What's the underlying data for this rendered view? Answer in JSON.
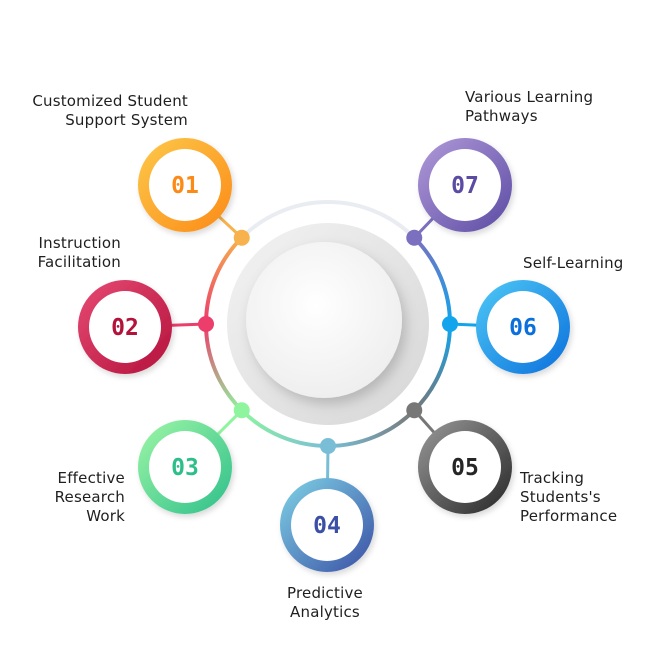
{
  "steps": [
    {
      "number": "01",
      "label_lines": [
        "Customized Student",
        "Support System"
      ],
      "gradient": [
        "#fdc94a",
        "#fb8a17"
      ],
      "node": "#f7b24d"
    },
    {
      "number": "02",
      "label_lines": [
        "Instruction",
        "Facilitation"
      ],
      "gradient": [
        "#e64a73",
        "#b3123b"
      ],
      "node": "#ec3d6b"
    },
    {
      "number": "03",
      "label_lines": [
        "Effective",
        "Research",
        "Work"
      ],
      "gradient": [
        "#9ef6a6",
        "#2dbf8a"
      ],
      "node": "#8ef59e"
    },
    {
      "number": "04",
      "label_lines": [
        "Predictive",
        "Analytics"
      ],
      "gradient": [
        "#7fd3e6",
        "#3a4fa5"
      ],
      "node": "#79bed6"
    },
    {
      "number": "05",
      "label_lines": [
        "Tracking",
        "Students's",
        "Performance"
      ],
      "gradient": [
        "#9a9a9a",
        "#262626"
      ],
      "node": "#777777"
    },
    {
      "number": "06",
      "label_lines": [
        "Self-Learning"
      ],
      "gradient": [
        "#4fc9f6",
        "#0b6fdc"
      ],
      "node": "#12a4ec"
    },
    {
      "number": "07",
      "label_lines": [
        "Various Learning",
        "Pathways"
      ],
      "gradient": [
        "#b19ad9",
        "#5b4ba3"
      ],
      "node": "#7a70bf"
    }
  ]
}
